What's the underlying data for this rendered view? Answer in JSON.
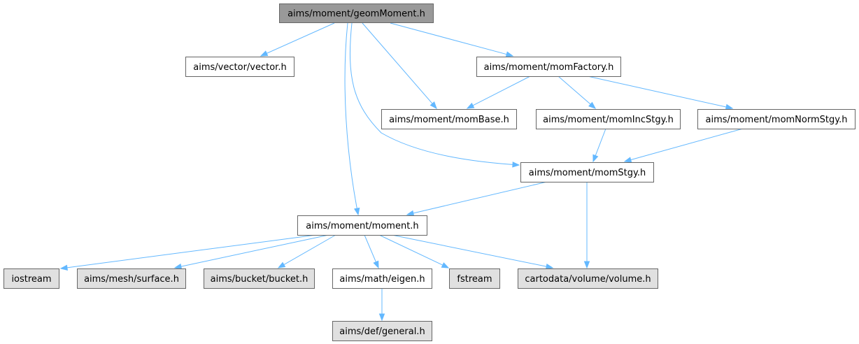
{
  "diagram": {
    "colors": {
      "root_fill": "#999999",
      "root_border": "#666666",
      "internal_fill": "#ffffff",
      "internal_border": "#666666",
      "external_fill": "#e0e0e0",
      "external_border": "#999999",
      "edge": "#63b8ff"
    },
    "nodes": [
      {
        "id": "geomMoment",
        "label": "aims/moment/geomMoment.h",
        "kind": "root"
      },
      {
        "id": "vector",
        "label": "aims/vector/vector.h",
        "kind": "internal"
      },
      {
        "id": "momFactory",
        "label": "aims/moment/momFactory.h",
        "kind": "internal"
      },
      {
        "id": "momBase",
        "label": "aims/moment/momBase.h",
        "kind": "internal"
      },
      {
        "id": "momIncStgy",
        "label": "aims/moment/momIncStgy.h",
        "kind": "internal"
      },
      {
        "id": "momNormStgy",
        "label": "aims/moment/momNormStgy.h",
        "kind": "internal"
      },
      {
        "id": "momStgy",
        "label": "aims/moment/momStgy.h",
        "kind": "internal"
      },
      {
        "id": "moment",
        "label": "aims/moment/moment.h",
        "kind": "internal"
      },
      {
        "id": "iostream",
        "label": "iostream",
        "kind": "external"
      },
      {
        "id": "surface",
        "label": "aims/mesh/surface.h",
        "kind": "external"
      },
      {
        "id": "bucket",
        "label": "aims/bucket/bucket.h",
        "kind": "external"
      },
      {
        "id": "eigen",
        "label": "aims/math/eigen.h",
        "kind": "internal"
      },
      {
        "id": "fstream",
        "label": "fstream",
        "kind": "external"
      },
      {
        "id": "volume",
        "label": "cartodata/volume/volume.h",
        "kind": "external"
      },
      {
        "id": "general",
        "label": "aims/def/general.h",
        "kind": "external"
      }
    ],
    "edges": [
      {
        "from": "geomMoment",
        "to": "vector"
      },
      {
        "from": "geomMoment",
        "to": "momFactory"
      },
      {
        "from": "geomMoment",
        "to": "momBase"
      },
      {
        "from": "geomMoment",
        "to": "momStgy"
      },
      {
        "from": "geomMoment",
        "to": "moment"
      },
      {
        "from": "momFactory",
        "to": "momBase"
      },
      {
        "from": "momFactory",
        "to": "momIncStgy"
      },
      {
        "from": "momFactory",
        "to": "momNormStgy"
      },
      {
        "from": "momIncStgy",
        "to": "momStgy"
      },
      {
        "from": "momNormStgy",
        "to": "momStgy"
      },
      {
        "from": "momStgy",
        "to": "moment"
      },
      {
        "from": "momStgy",
        "to": "volume"
      },
      {
        "from": "moment",
        "to": "iostream"
      },
      {
        "from": "moment",
        "to": "surface"
      },
      {
        "from": "moment",
        "to": "bucket"
      },
      {
        "from": "moment",
        "to": "eigen"
      },
      {
        "from": "moment",
        "to": "fstream"
      },
      {
        "from": "moment",
        "to": "volume"
      },
      {
        "from": "eigen",
        "to": "general"
      }
    ]
  }
}
